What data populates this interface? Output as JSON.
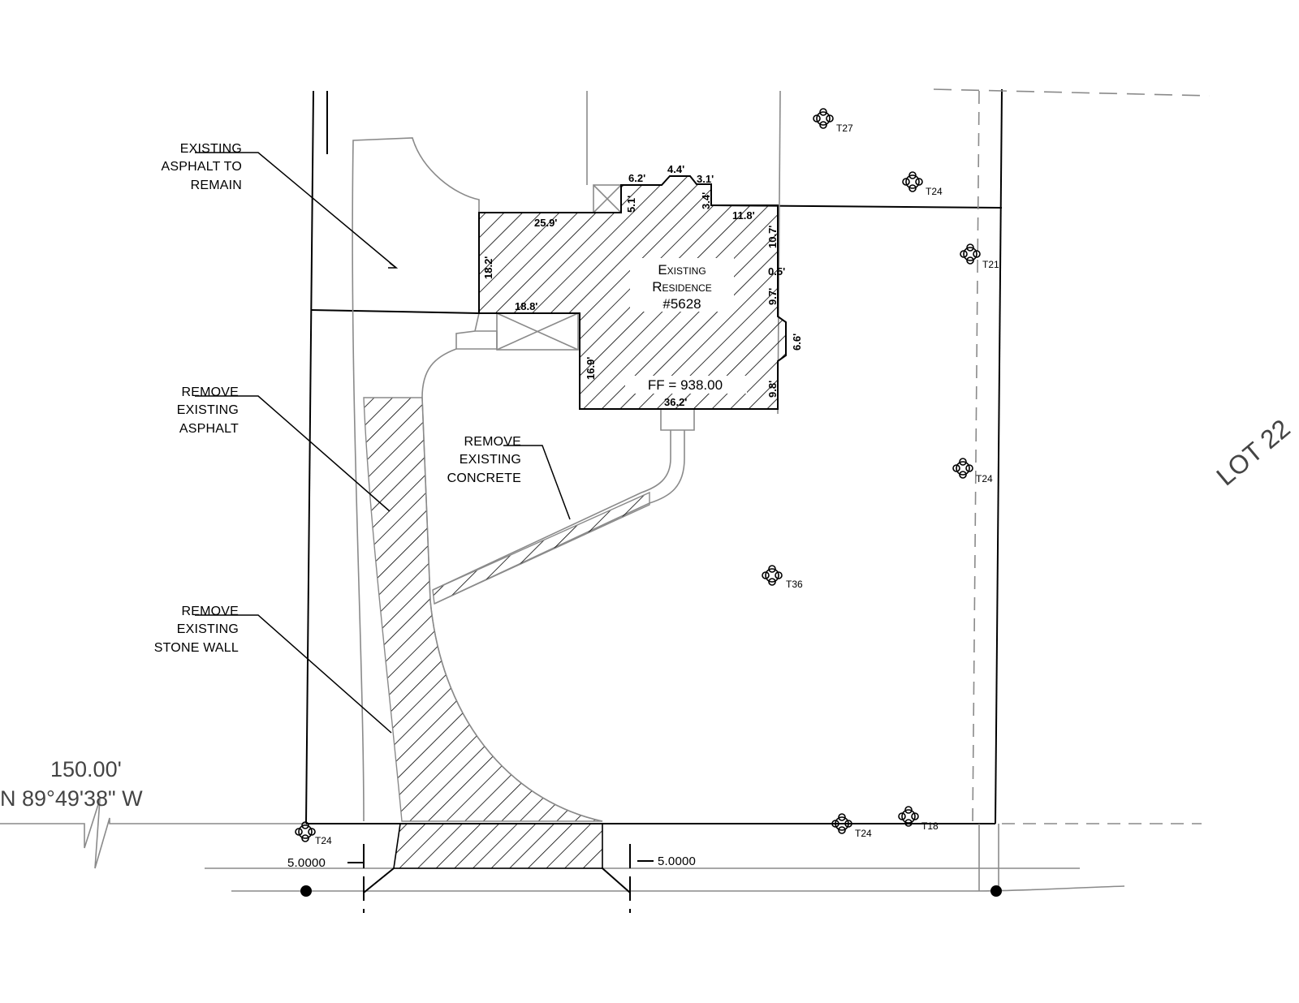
{
  "notes": {
    "asphalt_remain": [
      "EXISTING",
      "ASPHALT TO",
      "REMAIN"
    ],
    "remove_asphalt": [
      "REMOVE",
      "EXISTING",
      "ASPHALT"
    ],
    "remove_concrete": [
      "REMOVE",
      "EXISTING",
      "CONCRETE"
    ],
    "remove_stone_wall": [
      "REMOVE",
      "EXISTING",
      "STONE WALL"
    ]
  },
  "residence": {
    "line1": "Existing",
    "line2": "Residence",
    "line3": "#5628",
    "finished_floor": "FF = 938.00"
  },
  "dimensions": {
    "d_6_2": "6.2'",
    "d_4_4": "4.4'",
    "d_3_1": "3.1'",
    "d_5_1": "5.1'",
    "d_3_4": "3.4'",
    "d_25_9": "25.9'",
    "d_11_8": "11.8'",
    "d_10_7": "10.7'",
    "d_18_2": "18.2'",
    "d_0_5": "0.5'",
    "d_9_7": "9.7'",
    "d_18_8": "18.8'",
    "d_6_6": "6.6'",
    "d_16_9": "16.9'",
    "d_9_8": "9.8'",
    "d_36_2": "36.2'"
  },
  "trees": [
    "T27",
    "T24",
    "T21",
    "T24",
    "T36",
    "T24",
    "T24",
    "T18"
  ],
  "survey": {
    "distance": "150.00'",
    "bearing": "N 89°49'38\" W",
    "lot": "LOT 22"
  },
  "setbacks": {
    "left": "5.0000",
    "right": "5.0000"
  }
}
